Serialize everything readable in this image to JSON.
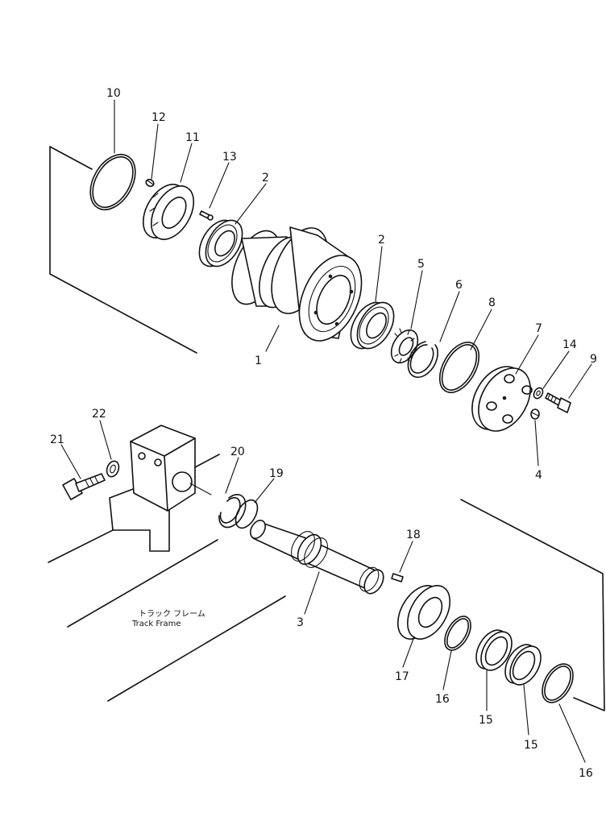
{
  "diagram": {
    "parts": [
      {
        "id": "p1",
        "label": "1"
      },
      {
        "id": "p2a",
        "label": "2"
      },
      {
        "id": "p2b",
        "label": "2"
      },
      {
        "id": "p3",
        "label": "3"
      },
      {
        "id": "p4",
        "label": "4"
      },
      {
        "id": "p5",
        "label": "5"
      },
      {
        "id": "p6",
        "label": "6"
      },
      {
        "id": "p7",
        "label": "7"
      },
      {
        "id": "p8",
        "label": "8"
      },
      {
        "id": "p9",
        "label": "9"
      },
      {
        "id": "p10",
        "label": "10"
      },
      {
        "id": "p11",
        "label": "11"
      },
      {
        "id": "p12",
        "label": "12"
      },
      {
        "id": "p13",
        "label": "13"
      },
      {
        "id": "p14",
        "label": "14"
      },
      {
        "id": "p15a",
        "label": "15"
      },
      {
        "id": "p15b",
        "label": "15"
      },
      {
        "id": "p16a",
        "label": "16"
      },
      {
        "id": "p16b",
        "label": "16"
      },
      {
        "id": "p17",
        "label": "17"
      },
      {
        "id": "p18",
        "label": "18"
      },
      {
        "id": "p19",
        "label": "19"
      },
      {
        "id": "p20",
        "label": "20"
      },
      {
        "id": "p21",
        "label": "21"
      },
      {
        "id": "p22",
        "label": "22"
      }
    ],
    "track_frame_label_jp": "トラック フレーム",
    "track_frame_label_en": "Track Frame"
  }
}
